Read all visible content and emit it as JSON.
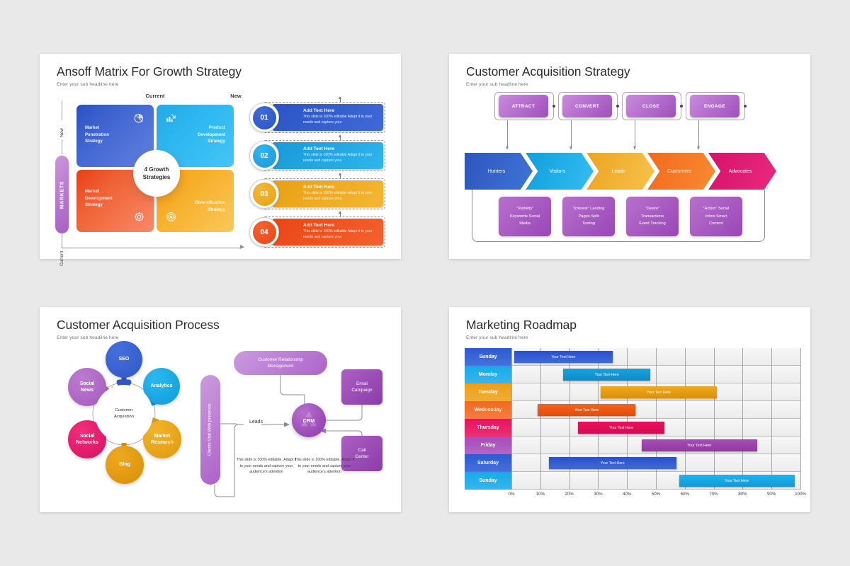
{
  "slides": [
    {
      "id": "ansoff",
      "title": "Ansoff Matrix For Growth Strategy",
      "subheadline": "Enter your sub headline here",
      "axis": {
        "col_left": "Current",
        "col_right": "New",
        "row_top": "New",
        "row_bottom": "Current",
        "vertical_label": "MARKETS"
      },
      "center_label": "4 Growth\nStrategies",
      "center_line1": "4 Growth",
      "center_line2": "Strategies",
      "quadrants": [
        {
          "label": "Market\nPenetration\nStrategy",
          "l1": "Market",
          "l2": "Penetration",
          "l3": "Strategy",
          "icon": "pie-chart-icon",
          "color": "#3f63cf"
        },
        {
          "label": "Product\nDevelopment\nStrategy",
          "l1": "Product",
          "l2": "Development",
          "l3": "Strategy",
          "icon": "bar-chart-down-icon",
          "color": "#2fb9f2"
        },
        {
          "label": "Market\nDevelopment\nStrategy",
          "l1": "Market",
          "l2": "Development",
          "l3": "Strategy",
          "icon": "gear-icon",
          "color": "#f06236"
        },
        {
          "label": "Diversification\nStrategy",
          "l1": "Diversification",
          "l2": "Strategy",
          "l3": "",
          "icon": "target-icon",
          "color": "#f7ae2a"
        }
      ],
      "items": [
        {
          "number": "01",
          "heading": "Add Text Here",
          "body": "This slide is 100% editable Adapt it to your needs and capture your",
          "color": "#2b53c4",
          "color2": "#3f6ad8"
        },
        {
          "number": "02",
          "heading": "Add Text Here",
          "body": "This slide is 100% editable Adapt it to your needs and capture your",
          "color": "#1899d8",
          "color2": "#2fb5ef"
        },
        {
          "number": "03",
          "heading": "Add Text Here",
          "body": "This slide is 100% editable Adapt it to your needs and capture your",
          "color": "#e8a014",
          "color2": "#f5b733"
        },
        {
          "number": "04",
          "heading": "Add Text Here",
          "body": "This slide is 100% editable Adapt it to your needs and capture your",
          "color": "#ea4516",
          "color2": "#f4622e"
        }
      ]
    },
    {
      "id": "acquisition-strategy",
      "title": "Customer Acquisition Strategy",
      "subheadline": "Enter your sub headline here",
      "top_boxes": [
        {
          "label": "ATTRACT"
        },
        {
          "label": "CONVERT"
        },
        {
          "label": "CLOSE"
        },
        {
          "label": "ENGAGE"
        }
      ],
      "chevrons": [
        {
          "label": "Hunters",
          "color1": "#2d56bd",
          "color2": "#3f74d6"
        },
        {
          "label": "Visitors",
          "color1": "#0f9fdc",
          "color2": "#35bdf2"
        },
        {
          "label": "Leads",
          "color1": "#eda41f",
          "color2": "#f7c24d"
        },
        {
          "label": "Customers",
          "color1": "#f06a1e",
          "color2": "#f98a33"
        },
        {
          "label": "Advocates",
          "color1": "#d6116a",
          "color2": "#ea2a7e"
        }
      ],
      "bottom_boxes": [
        {
          "l1": "\"Visibility\"",
          "l2": "Keywords Social",
          "l3": "Media"
        },
        {
          "l1": "\"Interest\" Landing",
          "l2": "Pages Split",
          "l3": "Testing"
        },
        {
          "l1": "\"Desire\"",
          "l2": "Transactions",
          "l3": "Event Tracking"
        },
        {
          "l1": "\"Action\" Social",
          "l2": "Inbox Smart",
          "l3": "Content"
        }
      ]
    },
    {
      "id": "acquisition-process",
      "title": "Customer Acquisition Process",
      "subheadline": "Enter your sub headline here",
      "hub": {
        "l1": "Customer",
        "l2": "Acquisition"
      },
      "bubbles": [
        {
          "label": "SEO",
          "l1": "SEO",
          "l2": "",
          "color1": "#2f57c6",
          "color2": "#4470dd"
        },
        {
          "label": "Analytics",
          "l1": "Analytics",
          "l2": "",
          "color1": "#0f9bd8",
          "color2": "#29b9f0"
        },
        {
          "label": "Social News",
          "l1": "Social",
          "l2": "News",
          "color1": "#a559be",
          "color2": "#bb7bd0"
        },
        {
          "label": "Social Networks",
          "l1": "Social",
          "l2": "Networks",
          "color1": "#dc0f5f",
          "color2": "#ef2e7b"
        },
        {
          "label": "Blog",
          "l1": "Blog",
          "l2": "",
          "color1": "#d98e08",
          "color2": "#eda91f"
        },
        {
          "label": "Market Research",
          "l1": "Market",
          "l2": "Research",
          "color1": "#e09a0c",
          "color2": "#f2b32a"
        }
      ],
      "tall_pill": "Clients Visit Web presence",
      "crm_header": {
        "l1": "Customer Relationship",
        "l2": "Management"
      },
      "crm_node": "CRM",
      "leads_label": "Leads",
      "side_boxes": [
        {
          "l1": "Email",
          "l2": "Campaign"
        },
        {
          "l1": "Call",
          "l2": "Center"
        }
      ],
      "notes": [
        "This slide is 100% editable. Adapt it to your needs and capture your audience's attention",
        "This slide is 100% editable. Adapt it to your needs and capture your audience's attention"
      ]
    },
    {
      "id": "marketing-roadmap",
      "title": "Marketing Roadmap",
      "subheadline": "Enter your sub headline here",
      "bar_label": "Your Text Here"
    }
  ],
  "chart_data": {
    "type": "bar",
    "title": "Marketing Roadmap",
    "subtitle": "Enter your sub headline here",
    "orientation": "horizontal",
    "xlabel": "",
    "ylabel": "",
    "xlim": [
      0,
      100
    ],
    "xticks": [
      "0%",
      "10%",
      "20%",
      "30%",
      "40%",
      "50%",
      "60%",
      "70%",
      "80%",
      "90%",
      "100%"
    ],
    "grid": true,
    "legend": "none",
    "categories": [
      "Sunday",
      "Monday",
      "Tuesday",
      "Wednesday",
      "Thursday",
      "Friday",
      "Saturday",
      "Sunday"
    ],
    "bars": [
      {
        "category": "Sunday",
        "start": 1,
        "end": 35,
        "label": "Your Text Here",
        "color1": "#2b4fc9",
        "color2": "#3f6ad8"
      },
      {
        "category": "Monday",
        "start": 18,
        "end": 48,
        "label": "Your Text Here",
        "color1": "#18a2e0",
        "color2": "#0d8cc8"
      },
      {
        "category": "Tuesday",
        "start": 31,
        "end": 71,
        "label": "Your Text Here",
        "color1": "#f2a81a",
        "color2": "#d8900c"
      },
      {
        "category": "Wednesday",
        "start": 9,
        "end": 43,
        "label": "Your Text Here",
        "color1": "#f4641c",
        "color2": "#e04d0d"
      },
      {
        "category": "Thursday",
        "start": 23,
        "end": 53,
        "label": "Your Text Here",
        "color1": "#e8115e",
        "color2": "#d60b54"
      },
      {
        "category": "Friday",
        "start": 45,
        "end": 85,
        "label": "Your Text Here",
        "color1": "#a84cbb",
        "color2": "#93399f"
      },
      {
        "category": "Saturday",
        "start": 13,
        "end": 57,
        "label": "Your Text Here",
        "color1": "#2b4fc9",
        "color2": "#3f6ad8"
      },
      {
        "category": "Sunday",
        "start": 58,
        "end": 98,
        "label": "Your Text Here",
        "color1": "#1fb3ef",
        "color2": "#0f9ada"
      }
    ],
    "row_colors": [
      "#2b5bd4",
      "#17aaea",
      "#eda017",
      "#f2691f",
      "#e8115e",
      "#a84cbb",
      "#2b5bd4",
      "#17aaea"
    ]
  }
}
